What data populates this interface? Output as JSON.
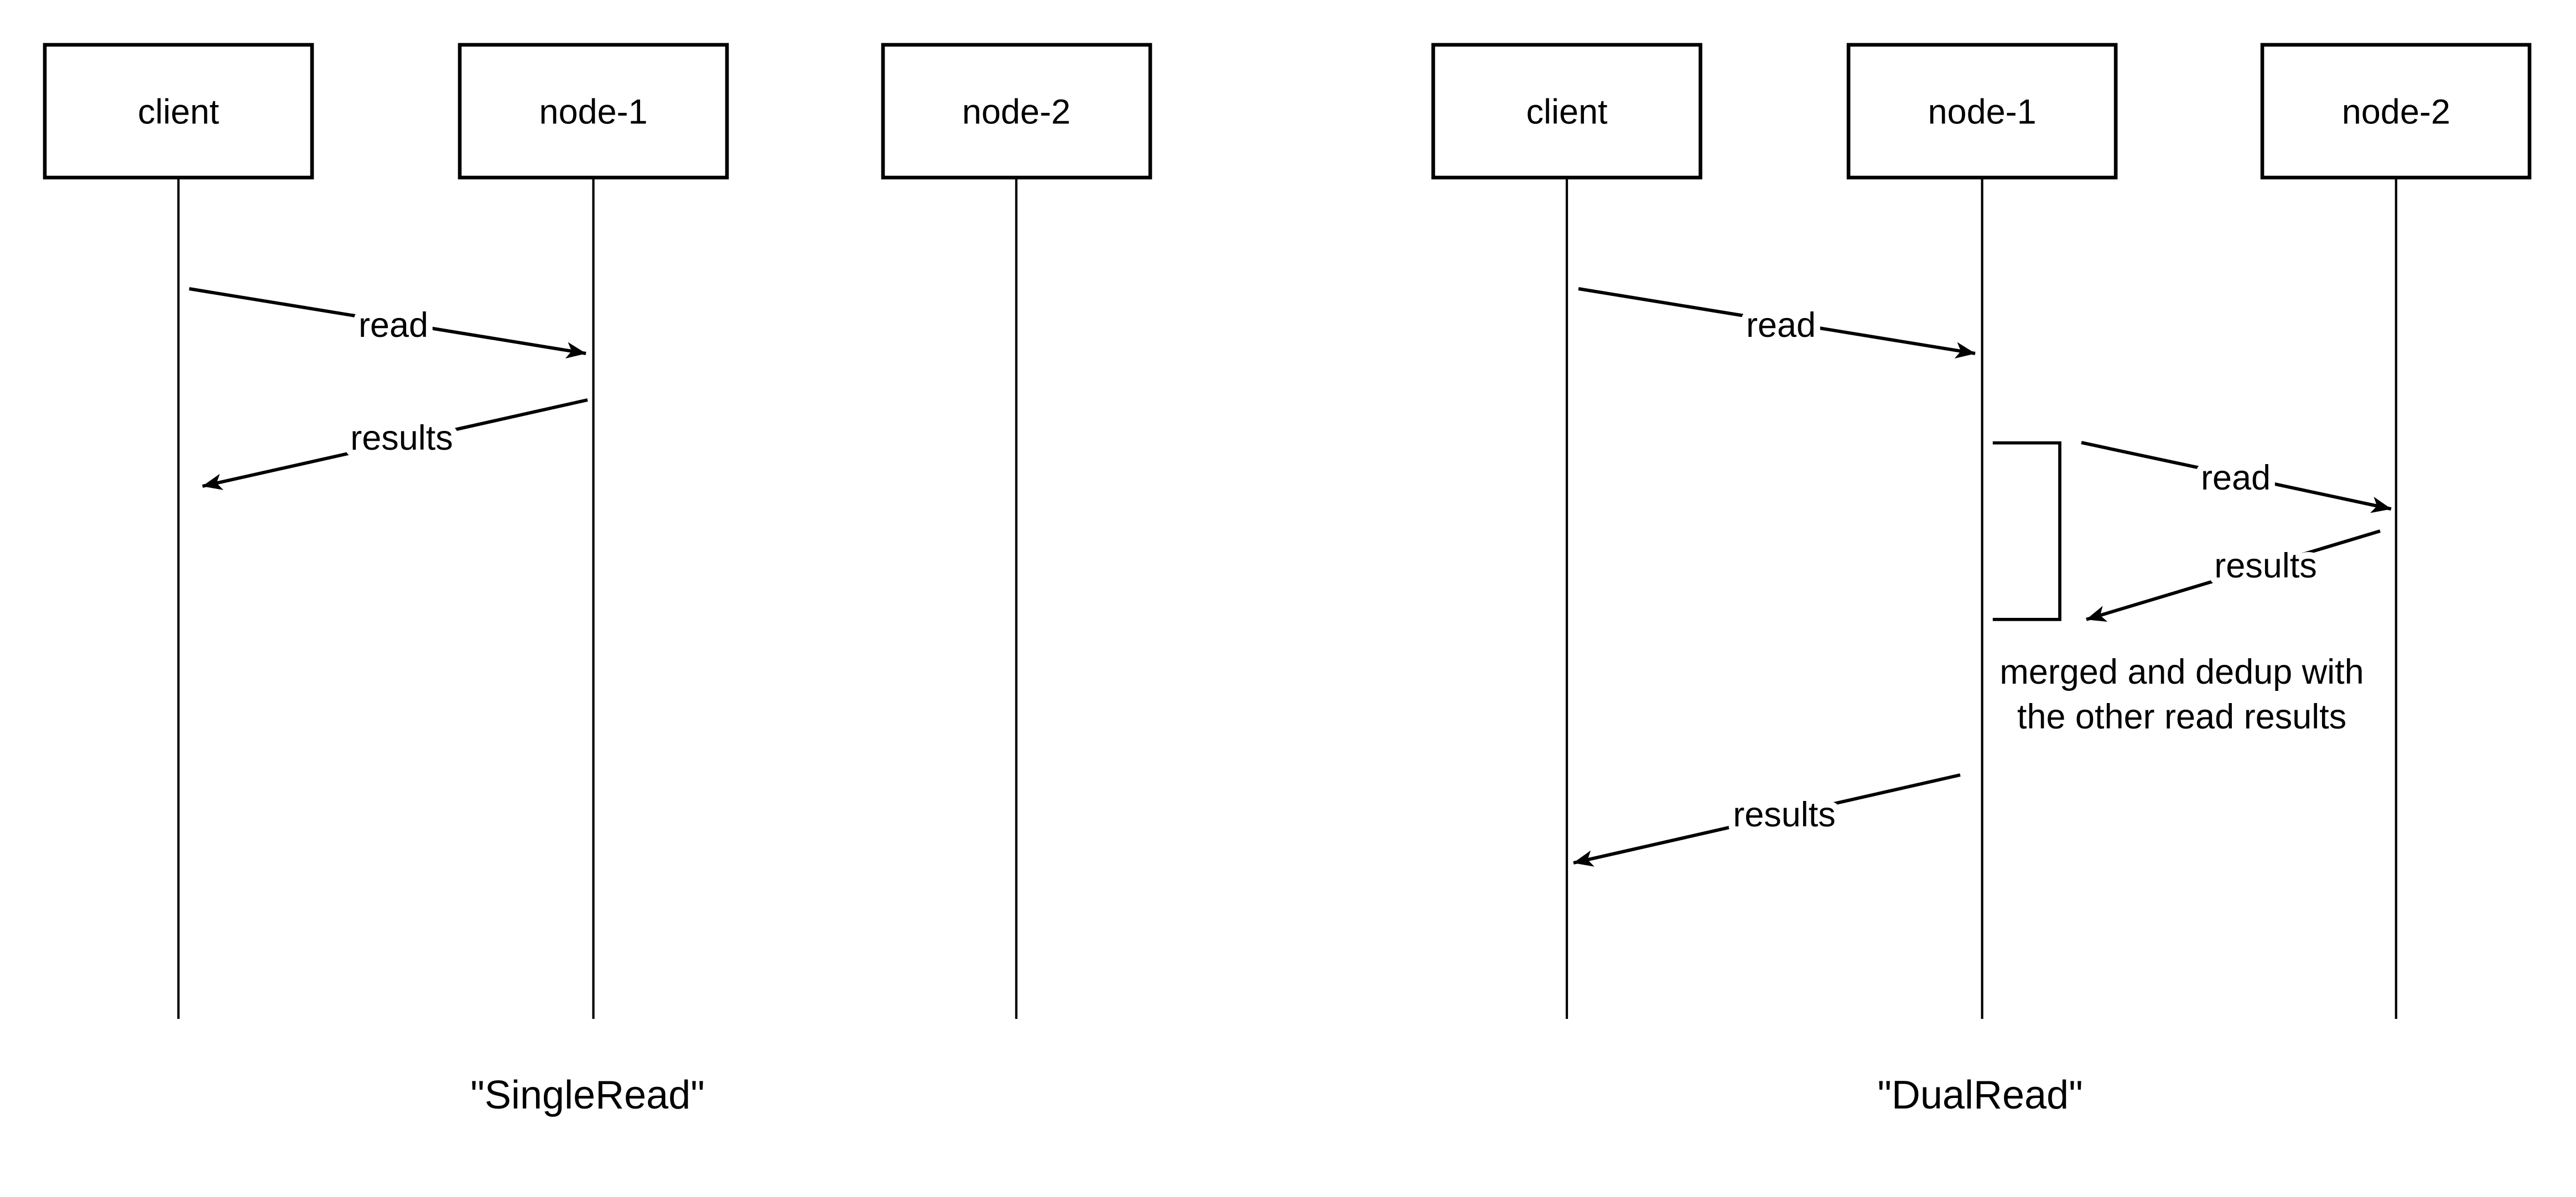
{
  "colors": {
    "ink": "#000000",
    "background": "#ffffff"
  },
  "single_read": {
    "caption": "\"SingleRead\"",
    "actors": {
      "client": "client",
      "node1": "node-1",
      "node2": "node-2"
    },
    "messages": {
      "read": "read",
      "results": "results"
    }
  },
  "dual_read": {
    "caption": "\"DualRead\"",
    "actors": {
      "client": "client",
      "node1": "node-1",
      "node2": "node-2"
    },
    "messages": {
      "read_client_to_node1": "read",
      "read_node1_to_node2": "read",
      "results_node2_to_node1": "results",
      "results_node1_to_client": "results"
    },
    "note": {
      "line1": "merged and dedup with",
      "line2": "the other read results"
    }
  }
}
